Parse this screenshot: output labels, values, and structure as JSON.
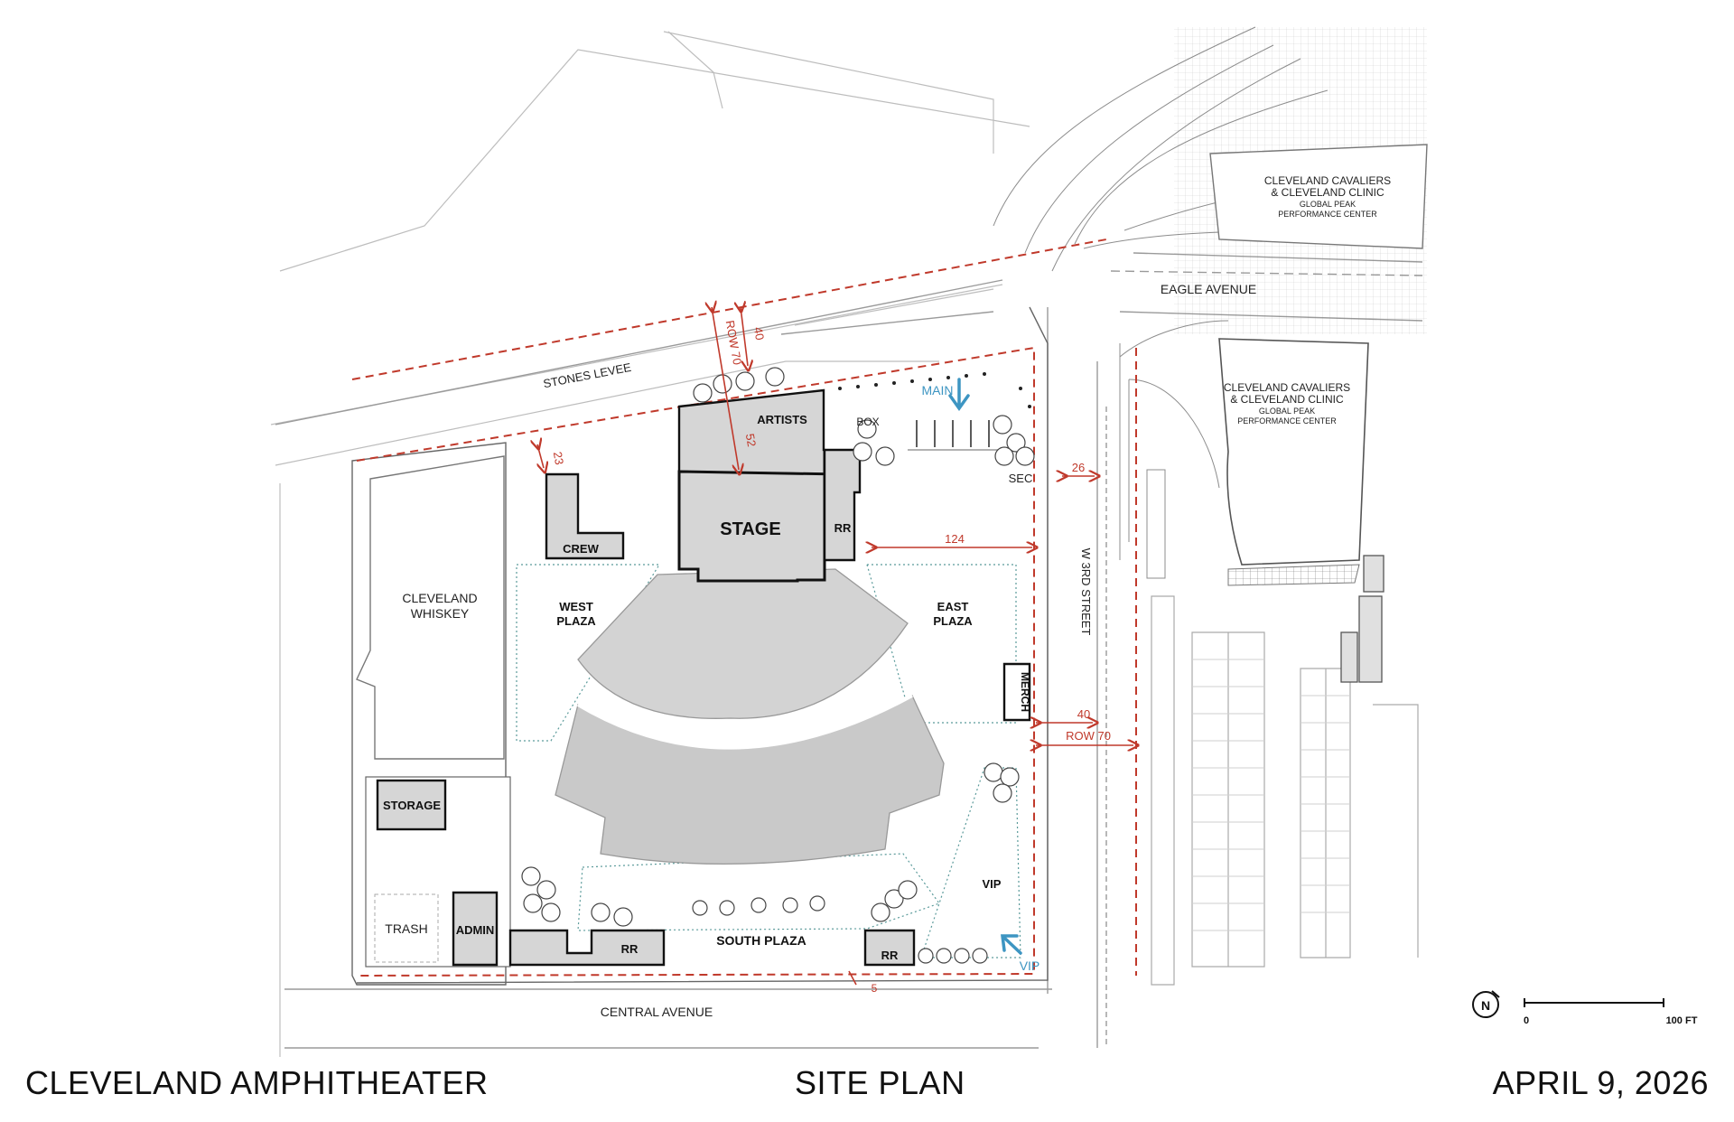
{
  "footer": {
    "project": "CLEVELAND AMPHITHEATER",
    "sheet": "SITE PLAN",
    "date": "APRIL 9, 2026"
  },
  "context": {
    "gppc_top_1": "CLEVELAND CAVALIERS",
    "gppc_top_2": "& CLEVELAND CLINIC",
    "gppc_top_3": "GLOBAL PEAK",
    "gppc_top_4": "PERFORMANCE CENTER",
    "gppc_mid_1": "CLEVELAND CAVALIERS",
    "gppc_mid_2": "& CLEVELAND CLINIC",
    "gppc_mid_3": "GLOBAL PEAK",
    "gppc_mid_4": "PERFORMANCE CENTER",
    "eagle_avenue": "EAGLE AVENUE",
    "stones_levee": "STONES LEVEE",
    "central_avenue": "CENTRAL AVENUE",
    "w_3rd_street": "W 3RD STREET",
    "whiskey_1": "CLEVELAND",
    "whiskey_2": "WHISKEY"
  },
  "venue": {
    "stage": "STAGE",
    "artists": "ARTISTS",
    "rr_stage": "RR",
    "crew": "CREW",
    "box": "BOX",
    "sec": "SEC",
    "west_plaza_1": "WEST",
    "west_plaza_2": "PLAZA",
    "east_plaza_1": "EAST",
    "east_plaza_2": "PLAZA",
    "merch": "MERCH",
    "storage": "STORAGE",
    "trash": "TRASH",
    "admin": "ADMIN",
    "rr_south_west": "RR",
    "south_plaza": "SOUTH PLAZA",
    "rr_south_east": "RR",
    "vip_area": "VIP"
  },
  "entries": {
    "main": "MAIN",
    "vip": "VIP"
  },
  "dimensions": {
    "row_70_north": "ROW 70",
    "d40_north": "40",
    "d52": "52",
    "d23": "23",
    "d124": "124",
    "d26": "26",
    "d40_east": "40",
    "row_70_east": "ROW 70",
    "d5": "5"
  },
  "scale": {
    "north": "N",
    "zero": "0",
    "hundred": "100 FT"
  },
  "colors": {
    "property_line": "#c0392b",
    "entry_arrow": "#3d95c2",
    "building_fill": "#d6d6d6",
    "seating_fill": "#c9c9c9"
  }
}
